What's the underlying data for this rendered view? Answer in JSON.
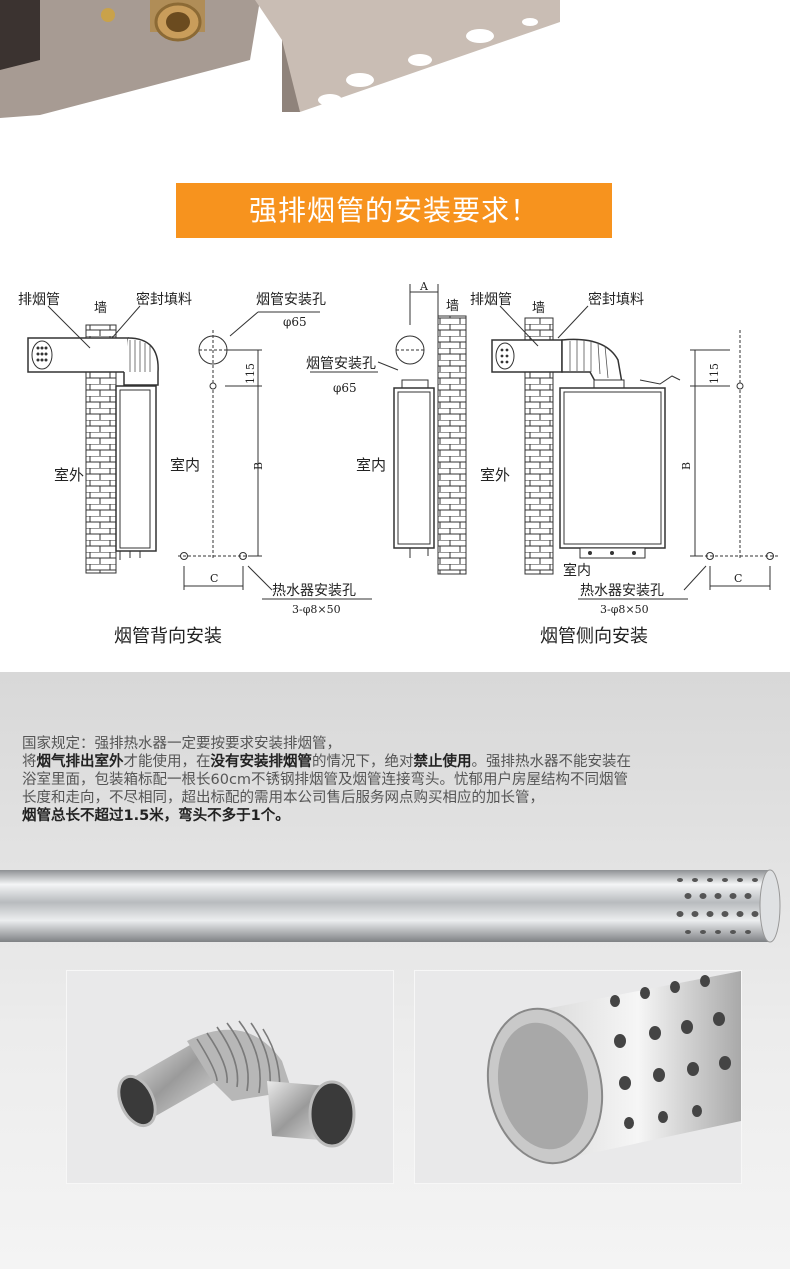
{
  "banner": {
    "title": "强排烟管的安装要求！"
  },
  "diagram_back": {
    "label_flue": "排烟管",
    "label_wall": "墙",
    "label_seal": "密封填料",
    "label_hole": "烟管安装孔",
    "label_hole_dia": "φ65",
    "label_outdoor": "室外",
    "label_indoor": "室内",
    "label_dim_b": "B",
    "label_dim_c": "C",
    "label_dim_115": "115",
    "caption": "烟管背向安装"
  },
  "diagram_side": {
    "label_dim_a": "A",
    "label_wall": "墙",
    "label_flue": "排烟管",
    "label_wall2": "墙",
    "label_seal": "密封填料",
    "label_hole": "烟管安装孔",
    "label_hole_dia": "φ65",
    "label_indoor": "室内",
    "label_outdoor": "室外",
    "label_indoor2": "室内",
    "label_dim_b": "B",
    "label_dim_c": "C",
    "label_dim_115": "115",
    "caption": "烟管侧向安装"
  },
  "heater_hole": {
    "label": "热水器安装孔",
    "spec": "3-φ8×50"
  },
  "notice": {
    "line1": "国家规定：强排热水器一定要按要求安装排烟管，",
    "line2_a": "将",
    "line2_b": "烟气排出室外",
    "line2_c": "才能使用，在",
    "line2_d": "没有安装排烟管",
    "line2_e": "的情况下，绝对",
    "line2_f": "禁止使用",
    "line2_g": "。强排热水器不能安装在",
    "line3": "浴室里面，包装箱标配一根长60cm不锈钢排烟管及烟管连接弯头。忧郁用户房屋结构不同烟管",
    "line4": "长度和走向，不尽相同，超出标配的需用本公司售后服务网点购买相应的加长管，",
    "line5": "烟管总长不超过1.5米，弯头不多于1个。"
  },
  "colors": {
    "banner": "#f7931e",
    "section_bg": "#e3e3e3"
  }
}
